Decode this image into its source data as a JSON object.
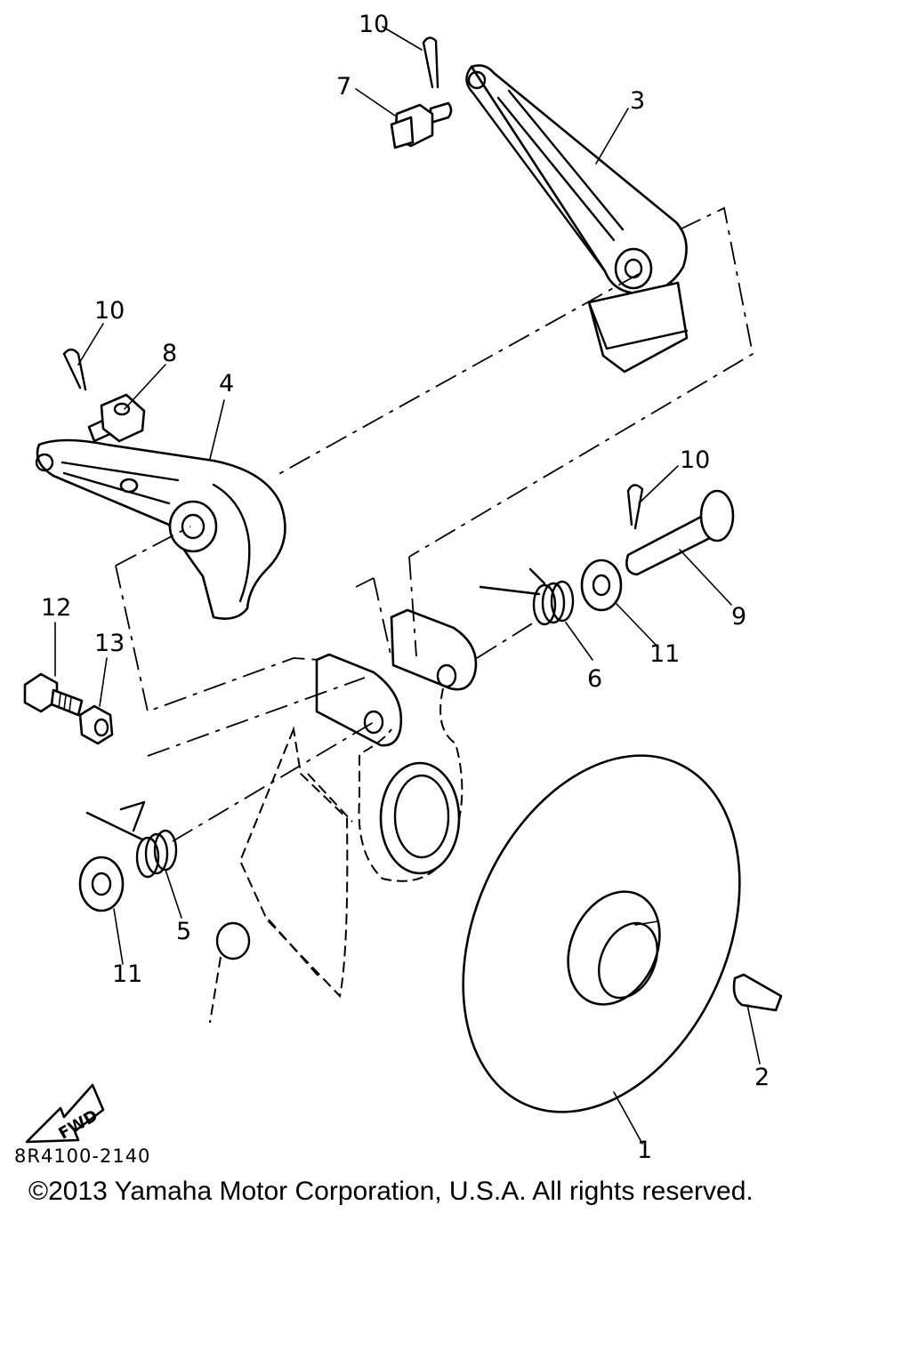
{
  "diagram": {
    "callouts": {
      "p1": "1",
      "p2": "2",
      "p3": "3",
      "p4": "4",
      "p5": "5",
      "p6": "6",
      "p7": "7",
      "p8": "8",
      "p9": "9",
      "p10a": "10",
      "p10b": "10",
      "p10c": "10",
      "p11a": "11",
      "p11b": "11",
      "p12": "12",
      "p13": "13"
    },
    "fwd_label": "FWD",
    "drawing_code": "8R4100-2140"
  },
  "footer": {
    "copyright": "©2013 Yamaha Motor Corporation, U.S.A. All rights reserved."
  }
}
